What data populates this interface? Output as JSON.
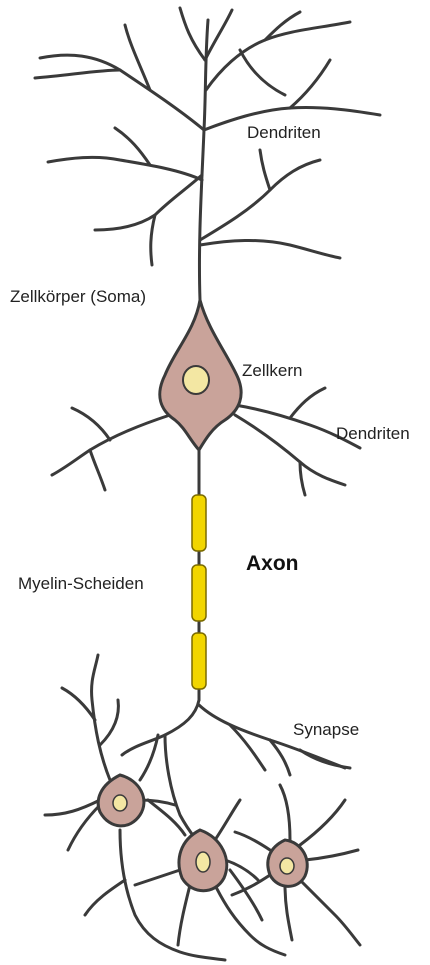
{
  "labels": {
    "dendrites_top": "Dendriten",
    "soma": "Zellkörper (Soma)",
    "nucleus": "Zellkern",
    "dendrites_side": "Dendriten",
    "axon": "Axon",
    "myelin": "Myelin-Scheiden",
    "synapse": "Synapse"
  },
  "colors": {
    "cell_body": "#c9a39a",
    "outline": "#3a3a3a",
    "nucleus": "#f3e7a3",
    "myelin": "#f2d600",
    "myelin_edge": "#7a6a00",
    "text": "#222222"
  }
}
